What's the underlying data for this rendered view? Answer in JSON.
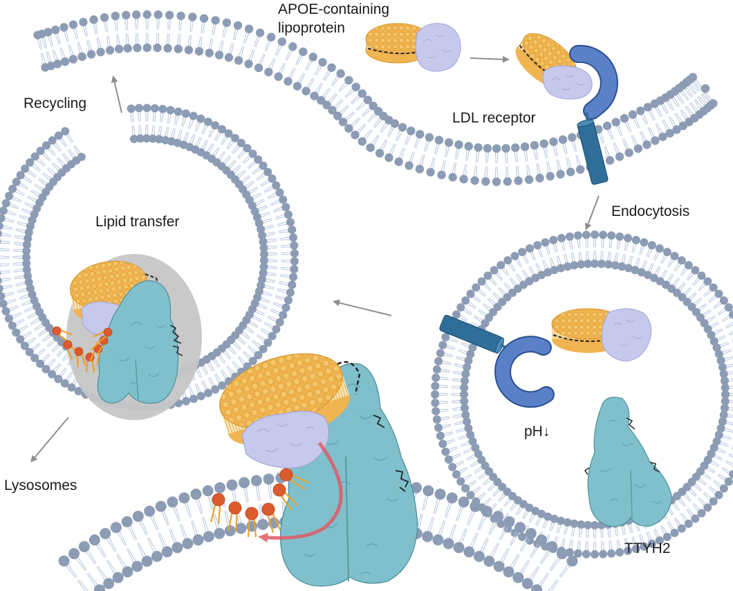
{
  "labels": {
    "lipoprotein_line1": "APOE-containing",
    "lipoprotein_line2": "lipoprotein",
    "ldl_receptor": "LDL receptor",
    "recycling": "Recycling",
    "endocytosis": "Endocytosis",
    "lipid_transfer": "Lipid transfer",
    "ph": "pH↓",
    "lysosomes": "Lysosomes",
    "ttyh2": "TTYH2"
  },
  "colors": {
    "membrane_head": "#8c9cb4",
    "membrane_tail": "#b6c4dd",
    "lipoprotein_core": "#f0b451",
    "lipoprotein_edge": "#d8962a",
    "apoe": "#c6c9ec",
    "receptor": "#2f6e99",
    "receptor_cup": "#5a80c8",
    "ttyh2": "#7fc0cc",
    "lipid_head": "#dd5a2d",
    "lipid_tail": "#eba22c",
    "transfer_arrow": "#e05a67",
    "flow_arrow": "#8e8e8e",
    "inset_bg": "#c6c6c6"
  },
  "icons": [
    "plasma-membrane",
    "endosome-vesicle",
    "lysosome-vesicle",
    "apoe-lipoprotein",
    "ldl-receptor",
    "ttyh2-protein",
    "lipid-molecule"
  ]
}
